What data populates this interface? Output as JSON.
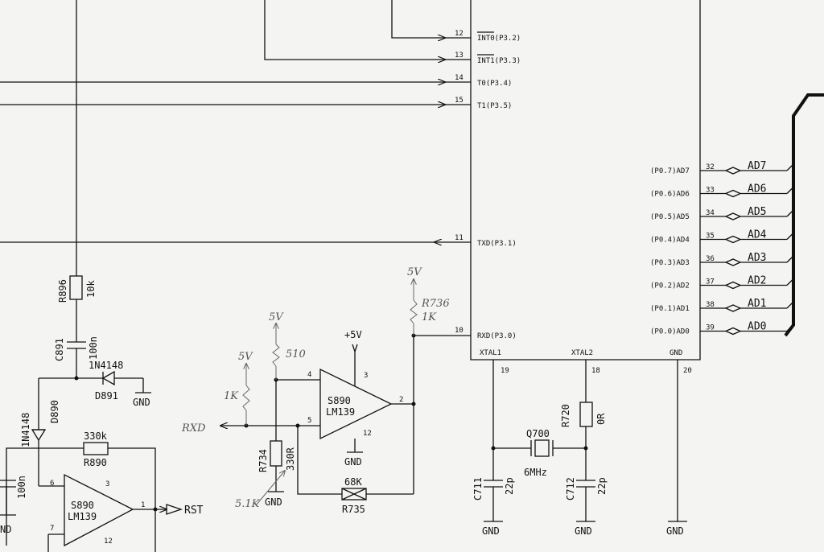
{
  "mcu": {
    "pins_left": [
      {
        "num": "12",
        "name": "INT0(P3.2)"
      },
      {
        "num": "13",
        "name": "INT1(P3.3)"
      },
      {
        "num": "14",
        "name": "T0(P3.4)"
      },
      {
        "num": "15",
        "name": "T1(P3.5)"
      },
      {
        "num": "11",
        "name": "TXD(P3.1)"
      },
      {
        "num": "10",
        "name": "RXD(P3.0)"
      }
    ],
    "pins_right": [
      {
        "num": "32",
        "name": "(P0.7)AD7",
        "net": "AD7"
      },
      {
        "num": "33",
        "name": "(P0.6)AD6",
        "net": "AD6"
      },
      {
        "num": "34",
        "name": "(P0.5)AD5",
        "net": "AD5"
      },
      {
        "num": "35",
        "name": "(P0.4)AD4",
        "net": "AD4"
      },
      {
        "num": "36",
        "name": "(P0.3)AD3",
        "net": "AD3"
      },
      {
        "num": "37",
        "name": "(P0.2)AD2",
        "net": "AD2"
      },
      {
        "num": "38",
        "name": "(P0.1)AD1",
        "net": "AD1"
      },
      {
        "num": "39",
        "name": "(P0.0)AD0",
        "net": "AD0"
      }
    ],
    "pins_bottom": [
      {
        "num": "19",
        "name": "XTAL1"
      },
      {
        "num": "18",
        "name": "XTAL2"
      },
      {
        "num": "20",
        "name": "GND"
      }
    ]
  },
  "components": {
    "r896": {
      "ref": "R896",
      "value": "10k"
    },
    "c891": {
      "ref": "C891",
      "value": "100n"
    },
    "d891": {
      "ref": "D891",
      "value": "1N4148"
    },
    "d890": {
      "ref": "D890",
      "value": "1N4148"
    },
    "r890": {
      "ref": "R890",
      "value": "330k"
    },
    "c_left": {
      "value": "100n"
    },
    "comp_left": {
      "ref": "S890",
      "part": "LM139",
      "pin_minus": "6",
      "pin_plus": "7",
      "pin_out": "1",
      "pin_vcc": "3",
      "pin_gnd": "12",
      "out_label": "RST"
    },
    "comp_mid": {
      "ref": "S890",
      "part": "LM139",
      "pin_minus": "4",
      "pin_plus": "5",
      "pin_out": "2",
      "pin_vcc": "3",
      "pin_gnd": "12",
      "supply": "+5V"
    },
    "r734": {
      "ref": "R734",
      "value": "330R"
    },
    "r735": {
      "ref": "R735",
      "value": "68K"
    },
    "r720": {
      "ref": "R720",
      "value": "0R"
    },
    "q700": {
      "ref": "Q700",
      "value": "6MHz"
    },
    "c711": {
      "ref": "C711",
      "value": "22p"
    },
    "c712": {
      "ref": "C712",
      "value": "22p"
    }
  },
  "handwritten": {
    "v5_1": "5V",
    "r_1k": "1K",
    "rxd": "RXD",
    "v5_2": "5V",
    "r_510": "510",
    "v5_3": "5V",
    "r736_ref": "R736",
    "r736_val": "1K",
    "r_51k": "5.1K"
  },
  "labels": {
    "gnd": "GND",
    "nd": "ND"
  }
}
